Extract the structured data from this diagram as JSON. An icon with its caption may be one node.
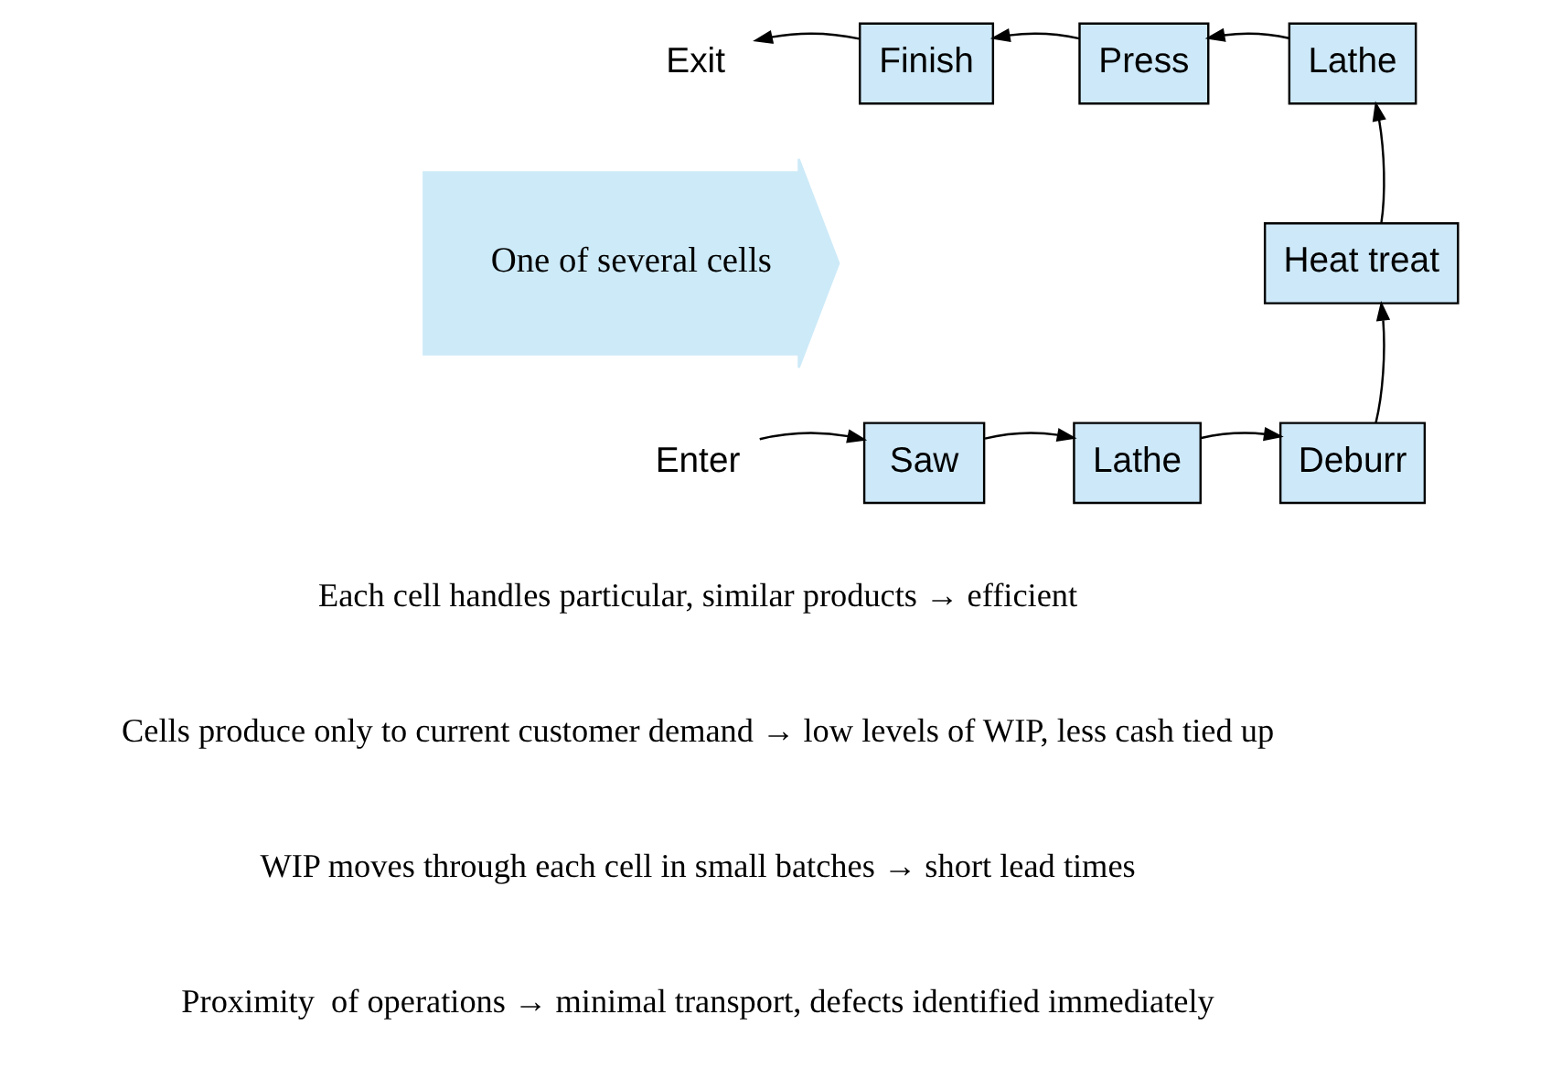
{
  "diagram": {
    "nodes": [
      {
        "text": [
          "Exit"
        ]
      },
      {
        "text": [
          "Finish"
        ]
      },
      {
        "text": [
          "Press"
        ]
      },
      {
        "text": [
          "Lathe"
        ]
      },
      {
        "text": [
          "One of several cells"
        ]
      },
      {
        "text": [
          "Heat treat"
        ]
      },
      {
        "text": [
          "Enter"
        ]
      },
      {
        "text": [
          "Saw"
        ]
      },
      {
        "text": [
          "Lathe"
        ]
      },
      {
        "text": [
          "Deburr"
        ]
      }
    ],
    "edges": [
      {
        "from": 6,
        "to": 7,
        "arrow": "to"
      },
      {
        "from": 7,
        "to": 8,
        "arrow": "to"
      },
      {
        "from": 8,
        "to": 9,
        "arrow": "to"
      },
      {
        "from": 9,
        "to": 5,
        "arrow": "to"
      },
      {
        "from": 5,
        "to": 3,
        "arrow": "to"
      },
      {
        "from": 3,
        "to": 2,
        "arrow": "to"
      },
      {
        "from": 2,
        "to": 1,
        "arrow": "to"
      },
      {
        "from": 1,
        "to": 0,
        "arrow": "to"
      }
    ],
    "labels": [
      "Each cell handles particular, similar products → efficient",
      "Cells produce only to current customer demand → low levels of WIP, less cash tied up",
      "WIP moves through each cell in small batches → short lead times",
      "Proximity  of operations → minimal transport, defects identified immediately"
    ]
  }
}
